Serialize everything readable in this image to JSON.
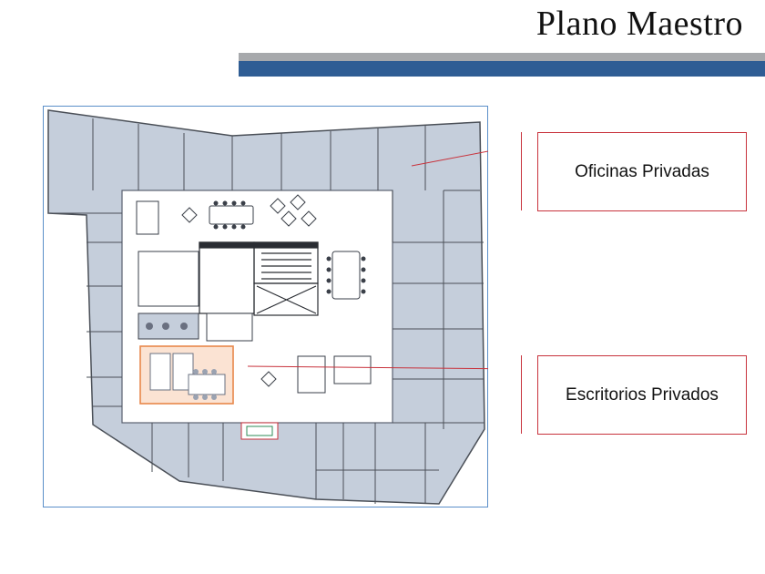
{
  "header": {
    "title": "Plano Maestro"
  },
  "callouts": {
    "offices": {
      "label": "Oficinas Privadas"
    },
    "desks": {
      "label": "Escritorios Privados"
    }
  },
  "colors": {
    "accent_blue": "#2f5d94",
    "bar_gray": "#a7a9ac",
    "callout_red": "#c8323c",
    "office_fill": "#c5cedb",
    "desk_highlight": "#e8874a"
  }
}
